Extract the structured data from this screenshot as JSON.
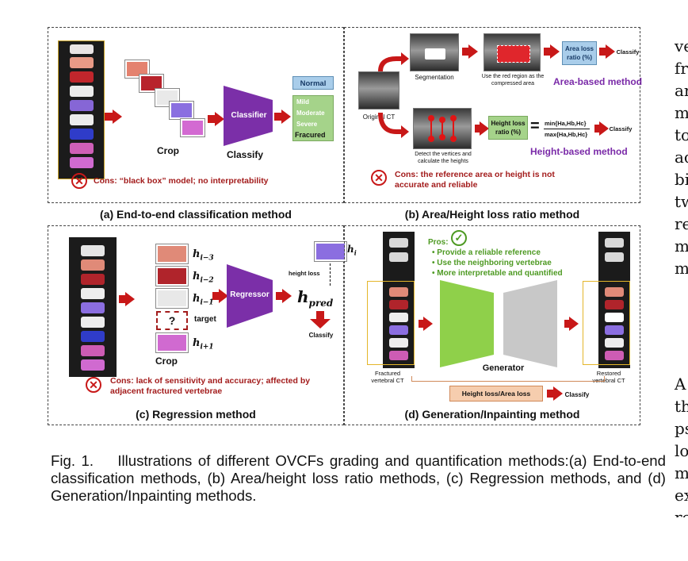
{
  "panels": {
    "a": {
      "caption": "(a) End-to-end classification method",
      "crop_label": "Crop",
      "classify_label": "Classify",
      "model_label": "Classifier",
      "classes": {
        "normal": "Normal",
        "mild": "Mild",
        "moderate": "Moderate",
        "severe": "Severe",
        "fractured": "Fracured"
      },
      "cons": "Cons: “black box” model; no interpretability"
    },
    "b": {
      "caption": "(b) Area/Height loss ratio method",
      "segmentation_label": "Segmentation",
      "red_region_note": "Use the red region as the compressed area",
      "area_box": "Area loss ratio (%)",
      "classify1": "Classify",
      "area_method": "Area-based method",
      "original_ct": "Original CT",
      "vertices_note": "Detect the vertices and calculate the heights",
      "height_box": "Height loss ratio (%)",
      "formula_num": "min{Ha,Hb,Hc}",
      "formula_den": "max{Ha,Hb,Hc}",
      "equals": "=",
      "classify2": "Classify",
      "height_method": "Height-based method",
      "cons": "Cons: the reference area or height is not accurate and reliable"
    },
    "c": {
      "caption": "(c) Regression method",
      "crop_label": "Crop",
      "model_label": "Regressor",
      "target_label": "target",
      "question": "?",
      "h_im3": "h",
      "h_im3_sub": "i−3",
      "h_im2_sub": "i−2",
      "h_im1_sub": "i−1",
      "h_ip1_sub": "i+1",
      "h_i_sub": "i",
      "height_loss": "height loss",
      "h_pred_sub": "pred",
      "classify": "Classify",
      "cons": "Cons: lack of sensitivity and accuracy; affected by adjacent fractured vertebrae"
    },
    "d": {
      "caption": "(d) Generation/Inpainting method",
      "pros_title": "Pros:",
      "pros": [
        "Provide a reliable reference",
        "Use the neighboring vertebrae",
        "More interpretable and quantified"
      ],
      "generator_label": "Generator",
      "fractured_label": "Fractured vertebral CT",
      "restored_label": "Restored vertebral CT",
      "loss_box": "Height loss/Area loss",
      "classify": "Classify"
    }
  },
  "figure_caption": "Fig. 1.    Illustrations of different OVCFs grading and quantification methods:(a) End-to-end classification methods, (b) Area/height loss ratio methods, (c) Regression methods, and (d) Generation/Inpainting methods.",
  "right_column_fragments": [
    "ve",
    "fr",
    "ar",
    "m",
    "to",
    "ac",
    "bi",
    "tw",
    "re",
    "m",
    "m",
    "A",
    "th",
    "ps",
    "lo",
    "m",
    "ex",
    "re"
  ],
  "colors": {
    "arrow_red": "#c81818",
    "classifier_purple": "#7b2fa8",
    "normal_blue": "#a9cdea",
    "fracture_green": "#a5d38a",
    "generator_green": "#8fd04a",
    "generator_gray": "#c8c8c8",
    "method_purple": "#7a2aa8",
    "cons_red": "#a31c1c",
    "pros_green": "#4e9a23",
    "loss_box_orange": "#f6cdae"
  }
}
